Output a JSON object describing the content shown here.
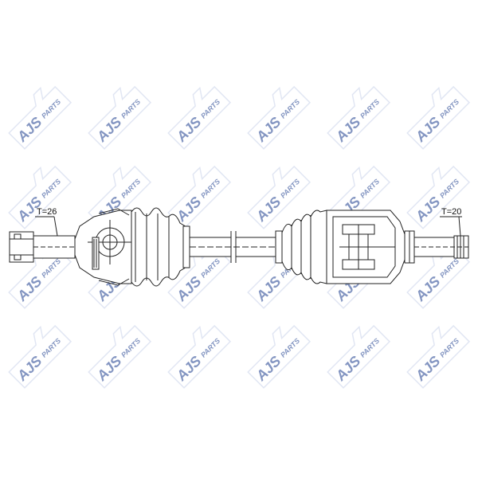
{
  "watermark": {
    "brand": "AJS",
    "suffix": "PARTS",
    "color": "#1f3f8f",
    "tint_light": "#c9d3ea",
    "rows": 4,
    "cols": 6
  },
  "drive_shaft": {
    "outer_joint_spline": {
      "label": "T=26"
    },
    "inner_joint_spline": {
      "label": "T=20"
    },
    "line_color": "#222222"
  }
}
